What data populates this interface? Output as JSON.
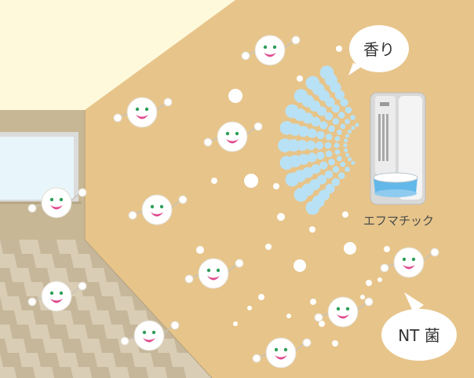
{
  "labels": {
    "fragrance_bubble": "香り",
    "nt_bacteria_bubble": "NT 菌",
    "device_name": "エフマチック"
  },
  "colors": {
    "wall": "#e7c58a",
    "ceiling": "#fff9dc",
    "floor_light": "#d9cdb5",
    "floor_dark": "#c7b79a",
    "mist": "#b9e1f5",
    "face_eye": "#2e9e5a",
    "face_mouth": "#e04a8f",
    "device_gray": "#d9d9d9",
    "device_water": "#62b8e8"
  },
  "icons": [
    "smiley-microbe-icon",
    "aroma-diffuser-icon",
    "speech-bubble-icon"
  ]
}
